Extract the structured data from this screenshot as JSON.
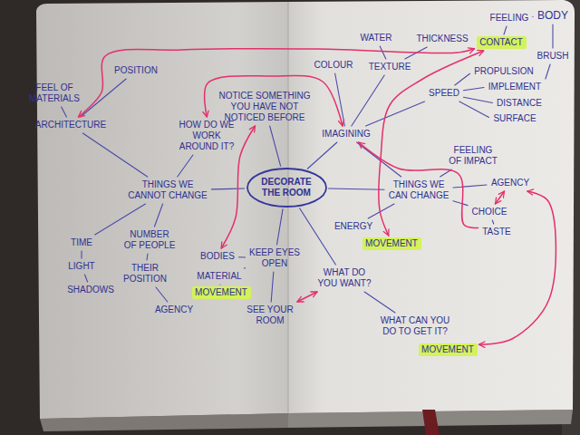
{
  "diagram": {
    "nodes": [
      {
        "text": [
          "DECORATE THE ROOM"
        ]
      },
      {
        "text": [
          "THINGS WE CANNOT CHANGE"
        ]
      },
      {
        "text": [
          "ARCHITECTURE"
        ]
      },
      {
        "text": [
          "FEEL OF MATERIALS"
        ]
      },
      {
        "text": [
          "POSITION"
        ]
      },
      {
        "text": [
          "HOW DO WE WORK AROUND IT?"
        ]
      },
      {
        "text": [
          "TIME"
        ]
      },
      {
        "text": [
          "LIGHT"
        ]
      },
      {
        "text": [
          "SHADOWS"
        ]
      },
      {
        "text": [
          "NUMBER OF PEOPLE"
        ]
      },
      {
        "text": [
          "THEIR POSITION"
        ]
      },
      {
        "text": [
          "AGENCY"
        ]
      },
      {
        "text": [
          "NOTICE SOMETHING YOU HAVE NOT NOTICED BEFORE"
        ]
      },
      {
        "text": [
          "KEEP EYES OPEN"
        ]
      },
      {
        "text": [
          "BODIES"
        ]
      },
      {
        "text": [
          "MATERIAL"
        ]
      },
      {
        "text": [
          "MOVEMENT"
        ]
      },
      {
        "text": [
          "SEE YOUR ROOM"
        ]
      },
      {
        "text": [
          "THINGS WE CAN CHANGE"
        ]
      },
      {
        "text": [
          "IMAGINING"
        ]
      },
      {
        "text": [
          "COLOUR"
        ]
      },
      {
        "text": [
          "TEXTURE"
        ]
      },
      {
        "text": [
          "WATER"
        ]
      },
      {
        "text": [
          "THICKNESS"
        ]
      },
      {
        "text": [
          "CONTACT"
        ]
      },
      {
        "text": [
          "FEELING"
        ]
      },
      {
        "text": [
          "BODY"
        ]
      },
      {
        "text": [
          "BRUSH"
        ]
      },
      {
        "text": [
          "SPEED"
        ]
      },
      {
        "text": [
          "PROPULSION"
        ]
      },
      {
        "text": [
          "IMPLEMENT"
        ]
      },
      {
        "text": [
          "DISTANCE"
        ]
      },
      {
        "text": [
          "SURFACE"
        ]
      },
      {
        "text": [
          "FEELING OF IMPACT"
        ]
      },
      {
        "text": [
          "AGENCY"
        ]
      },
      {
        "text": [
          "CHOICE"
        ]
      },
      {
        "text": [
          "TASTE"
        ]
      },
      {
        "text": [
          "ENERGY"
        ]
      },
      {
        "text": [
          "MOVEMENT"
        ]
      },
      {
        "text": [
          "WHAT DO YOU WANT?"
        ]
      },
      {
        "text": [
          "WHAT CAN YOU DO TO GET IT?"
        ]
      },
      {
        "text": [
          "MOVEMENT"
        ]
      }
    ],
    "edges": [
      {
        "from": 0,
        "to": 1,
        "arrow": "none"
      },
      {
        "from": 0,
        "to": 12,
        "arrow": "none"
      },
      {
        "from": 0,
        "to": 18,
        "arrow": "none"
      },
      {
        "from": 0,
        "to": 19,
        "arrow": "none"
      },
      {
        "from": 0,
        "to": 13,
        "arrow": "none"
      },
      {
        "from": 0,
        "to": 39,
        "arrow": "none"
      },
      {
        "from": 1,
        "to": 2,
        "arrow": "none"
      },
      {
        "from": 1,
        "to": 5,
        "arrow": "none"
      },
      {
        "from": 1,
        "to": 6,
        "arrow": "none"
      },
      {
        "from": 1,
        "to": 9,
        "arrow": "none"
      },
      {
        "from": 2,
        "to": 3,
        "arrow": "none"
      },
      {
        "from": 2,
        "to": 4,
        "arrow": "none"
      },
      {
        "from": 6,
        "to": 7,
        "arrow": "none"
      },
      {
        "from": 7,
        "to": 8,
        "arrow": "none"
      },
      {
        "from": 9,
        "to": 10,
        "arrow": "none"
      },
      {
        "from": 10,
        "to": 11,
        "arrow": "none"
      },
      {
        "from": 13,
        "to": 14,
        "arrow": "none"
      },
      {
        "from": 13,
        "to": 15,
        "arrow": "none"
      },
      {
        "from": 15,
        "to": 16,
        "arrow": "none"
      },
      {
        "from": 13,
        "to": 17,
        "arrow": "none"
      },
      {
        "from": 18,
        "to": 19,
        "arrow": "none"
      },
      {
        "from": 18,
        "to": 33,
        "arrow": "none"
      },
      {
        "from": 18,
        "to": 34,
        "arrow": "none"
      },
      {
        "from": 18,
        "to": 35,
        "arrow": "none"
      },
      {
        "from": 18,
        "to": 37,
        "arrow": "none"
      },
      {
        "from": 19,
        "to": 20,
        "arrow": "none"
      },
      {
        "from": 19,
        "to": 21,
        "arrow": "none"
      },
      {
        "from": 19,
        "to": 28,
        "arrow": "none"
      },
      {
        "from": 21,
        "to": 22,
        "arrow": "none"
      },
      {
        "from": 21,
        "to": 23,
        "arrow": "none"
      },
      {
        "from": 28,
        "to": 29,
        "arrow": "none"
      },
      {
        "from": 28,
        "to": 30,
        "arrow": "none"
      },
      {
        "from": 28,
        "to": 31,
        "arrow": "none"
      },
      {
        "from": 28,
        "to": 32,
        "arrow": "none"
      },
      {
        "from": 24,
        "to": 25,
        "arrow": "none"
      },
      {
        "from": 25,
        "to": 26,
        "arrow": "none"
      },
      {
        "from": 26,
        "to": 27,
        "arrow": "none"
      },
      {
        "from": 30,
        "to": 27,
        "arrow": "none"
      },
      {
        "from": 35,
        "to": 36,
        "arrow": "none"
      },
      {
        "from": 39,
        "to": 40,
        "arrow": "none"
      },
      {
        "from": 2,
        "to": 24,
        "arrow": "both"
      },
      {
        "from": 5,
        "to": 19,
        "arrow": "both"
      },
      {
        "from": 12,
        "to": 14,
        "arrow": "both"
      },
      {
        "from": 17,
        "to": 39,
        "arrow": "both"
      },
      {
        "from": 36,
        "to": 19,
        "arrow": "to"
      },
      {
        "from": 24,
        "to": 38,
        "arrow": "both"
      },
      {
        "from": 34,
        "to": 35,
        "arrow": "both"
      },
      {
        "from": 34,
        "to": 41,
        "arrow": "both"
      }
    ]
  }
}
